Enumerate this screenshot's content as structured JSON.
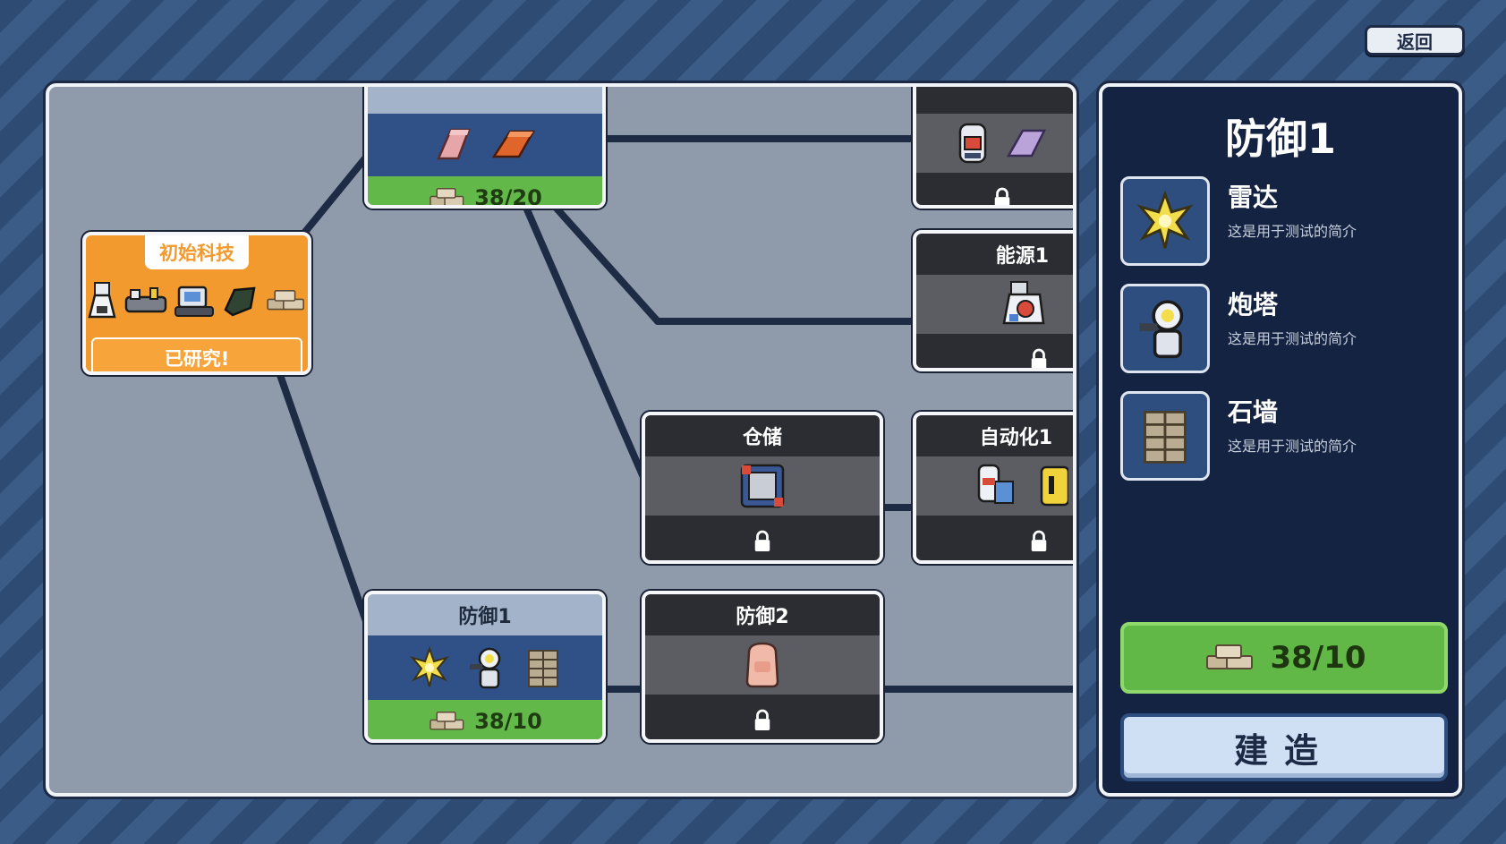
{
  "back_button": "返回",
  "nodes": {
    "top": {
      "title": "",
      "cost": "38/20",
      "icons": [
        "pink-ingot-icon",
        "orange-ingot-icon"
      ]
    },
    "top_right": {
      "title": "",
      "icons": [
        "furnace-icon",
        "purple-ingot-icon"
      ]
    },
    "initial": {
      "title": "初始科技",
      "status": "已研究!",
      "icons": [
        "smelter-icon",
        "conveyor-icon",
        "drill-icon",
        "coal-icon",
        "stone-bricks-icon"
      ]
    },
    "energy": {
      "title": "能源1",
      "icons": [
        "generator-icon"
      ]
    },
    "storage": {
      "title": "仓储",
      "icons": [
        "storage-crate-icon"
      ]
    },
    "automation": {
      "title": "自动化1",
      "icons": [
        "assembler-icon",
        "yellow-machine-icon"
      ]
    },
    "defense1": {
      "title": "防御1",
      "cost": "38/10",
      "icons": [
        "radar-icon",
        "turret-icon",
        "stone-wall-icon"
      ]
    },
    "defense2": {
      "title": "防御2",
      "icons": [
        "pink-armor-icon"
      ]
    }
  },
  "detail": {
    "title": "防御1",
    "items": [
      {
        "name": "雷达",
        "desc": "这是用于测试的简介",
        "icon": "radar-icon"
      },
      {
        "name": "炮塔",
        "desc": "这是用于测试的简介",
        "icon": "turret-icon"
      },
      {
        "name": "石墙",
        "desc": "这是用于测试的简介",
        "icon": "stone-wall-icon"
      }
    ],
    "cost": "38/10",
    "build_label": "建造"
  },
  "colors": {
    "dark_node": "#2b2d33",
    "blue_node": "#2f5187",
    "green_cost": "#62b847",
    "orange_node": "#f29a2e",
    "panel_bg": "#152342"
  }
}
